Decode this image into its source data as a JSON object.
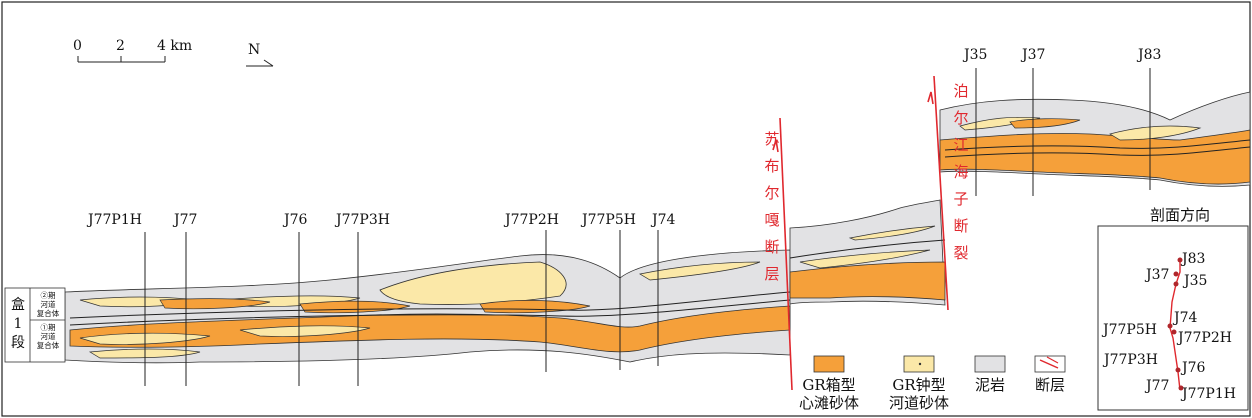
{
  "scale_bar": {
    "ticks": [
      "0",
      "2",
      "4 km"
    ]
  },
  "north_arrow": {
    "label": "N"
  },
  "wells_section_a": [
    "J77P1H",
    "J77",
    "J76",
    "J77P3H",
    "J77P2H",
    "J77P5H",
    "J74"
  ],
  "wells_section_b": [
    "J35",
    "J37",
    "J83"
  ],
  "faults": [
    {
      "name_chars": [
        "苏",
        "布",
        "尔",
        "嘎",
        "断",
        "层"
      ]
    },
    {
      "name_chars": [
        "泊",
        "尔",
        "江",
        "海",
        "子",
        "断",
        "裂"
      ]
    }
  ],
  "unit_labels": {
    "member": [
      "盒",
      "1",
      "段"
    ],
    "upper": [
      "②期",
      "河道",
      "复合体"
    ],
    "lower": [
      "①期",
      "河道",
      "复合体"
    ]
  },
  "legend": [
    {
      "line1": "GR箱型",
      "line2": "心滩砂体",
      "fill": "#f5a03a"
    },
    {
      "line1": "GR钟型",
      "line2": "河道砂体",
      "fill": "#fbe8a8"
    },
    {
      "line1": "泥岩",
      "line2": "",
      "fill": "#e2e2e4"
    },
    {
      "line1": "断层",
      "line2": "",
      "fill": "#ffffff"
    }
  ],
  "inset": {
    "title": "剖面方向",
    "well_labels": [
      "J83",
      "J37",
      "J35",
      "J74",
      "J77P5H",
      "J77P2H",
      "J77P3H",
      "J76",
      "J77",
      "J77P1H"
    ]
  },
  "colors": {
    "sand_box": "#f5a03a",
    "sand_bell": "#fbe8a8",
    "mudstone": "#e2e2e4",
    "fault": "#e0282e"
  }
}
